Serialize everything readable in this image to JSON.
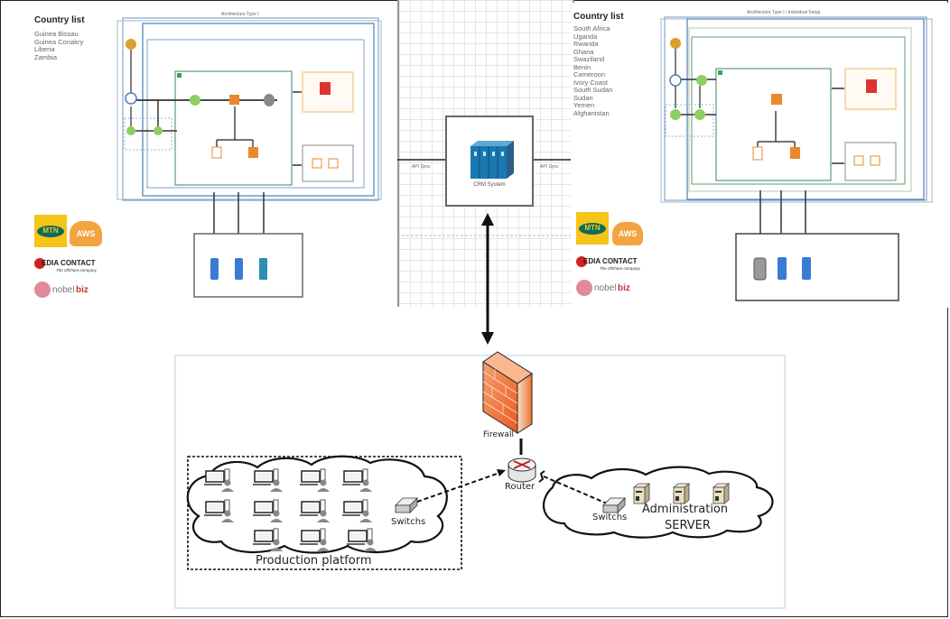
{
  "left_panel": {
    "country_list_title": "Country list",
    "countries": [
      "Guinea Bissau",
      "Guinea Conakry",
      "Liberia",
      "Zambia"
    ],
    "architecture_title": "Architecture Type I",
    "logos": {
      "mtn": "MTN",
      "aws": "AWS",
      "media_contact": "EDIA CONTACT",
      "media_contact_tagline": "The offshore company",
      "nobelbiz_a": "nobel",
      "nobelbiz_b": "biz"
    }
  },
  "right_panel": {
    "country_list_title": "Country list",
    "countries": [
      "South Africa",
      "Uganda",
      "Rwanda",
      "Ghana",
      "Swaziland",
      "Benin",
      "Cameroon",
      "Ivory Coast",
      "South Sudan",
      "Sudan",
      "Yemen",
      "Afghanistan"
    ],
    "architecture_title": "Architecture Type I / Individual Setup",
    "logos": {
      "mtn": "MTN",
      "aws": "AWS",
      "media_contact": "EDIA CONTACT",
      "media_contact_tagline": "The offshore company",
      "nobelbiz_a": "nobel",
      "nobelbiz_b": "biz"
    }
  },
  "center": {
    "crm_label": "CRM System",
    "sync_left": "API Sync",
    "sync_right": "API Sync"
  },
  "network": {
    "firewall_label": "Firewall",
    "router_label": "Router",
    "switch_left_label": "Switchs",
    "switch_right_label": "Switchs",
    "production_label": "Production platform",
    "admin_label_line1": "Administration",
    "admin_label_line2": "SERVER",
    "workstation_rows": [
      4,
      4,
      3
    ],
    "server_count": 3
  },
  "colors": {
    "aws_green": "#7aa65a",
    "aws_orange": "#e8892c",
    "vpc_blue": "#4a7fb5",
    "teal_frame": "#5b9a80",
    "firewall_orange": "#f08040",
    "mtn_yellow": "#f5c518",
    "media_red": "#d22020"
  }
}
